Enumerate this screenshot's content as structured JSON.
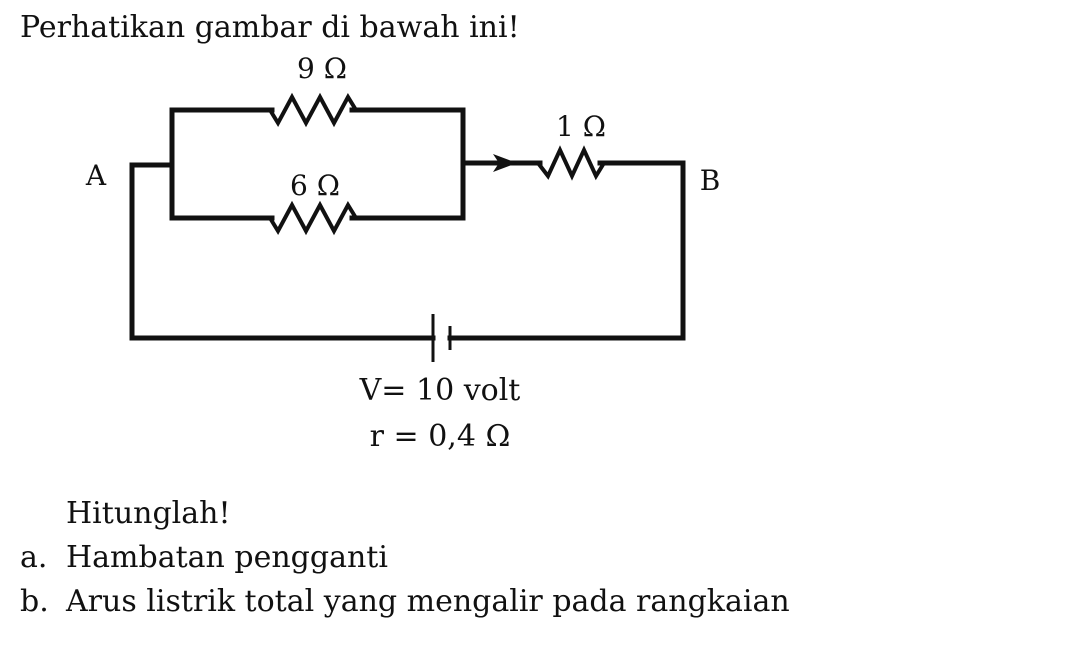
{
  "heading": "Perhatikan gambar di bawah ini!",
  "circuit": {
    "node_a_label": "A",
    "node_b_label": "B",
    "resistor_top_label": "9 Ω",
    "resistor_bottom_label": "6 Ω",
    "resistor_series_label": "1 Ω",
    "battery_voltage_label": "V= 10 volt",
    "battery_internal_resistance_label": "r = 0,4 Ω",
    "current_direction": "A-to-B"
  },
  "questions": {
    "intro": "Hitunglah!",
    "items": [
      {
        "letter": "a.",
        "text": "Hambatan pengganti"
      },
      {
        "letter": "b.",
        "text": "Arus listrik total yang mengalir pada rangkaian"
      }
    ]
  }
}
